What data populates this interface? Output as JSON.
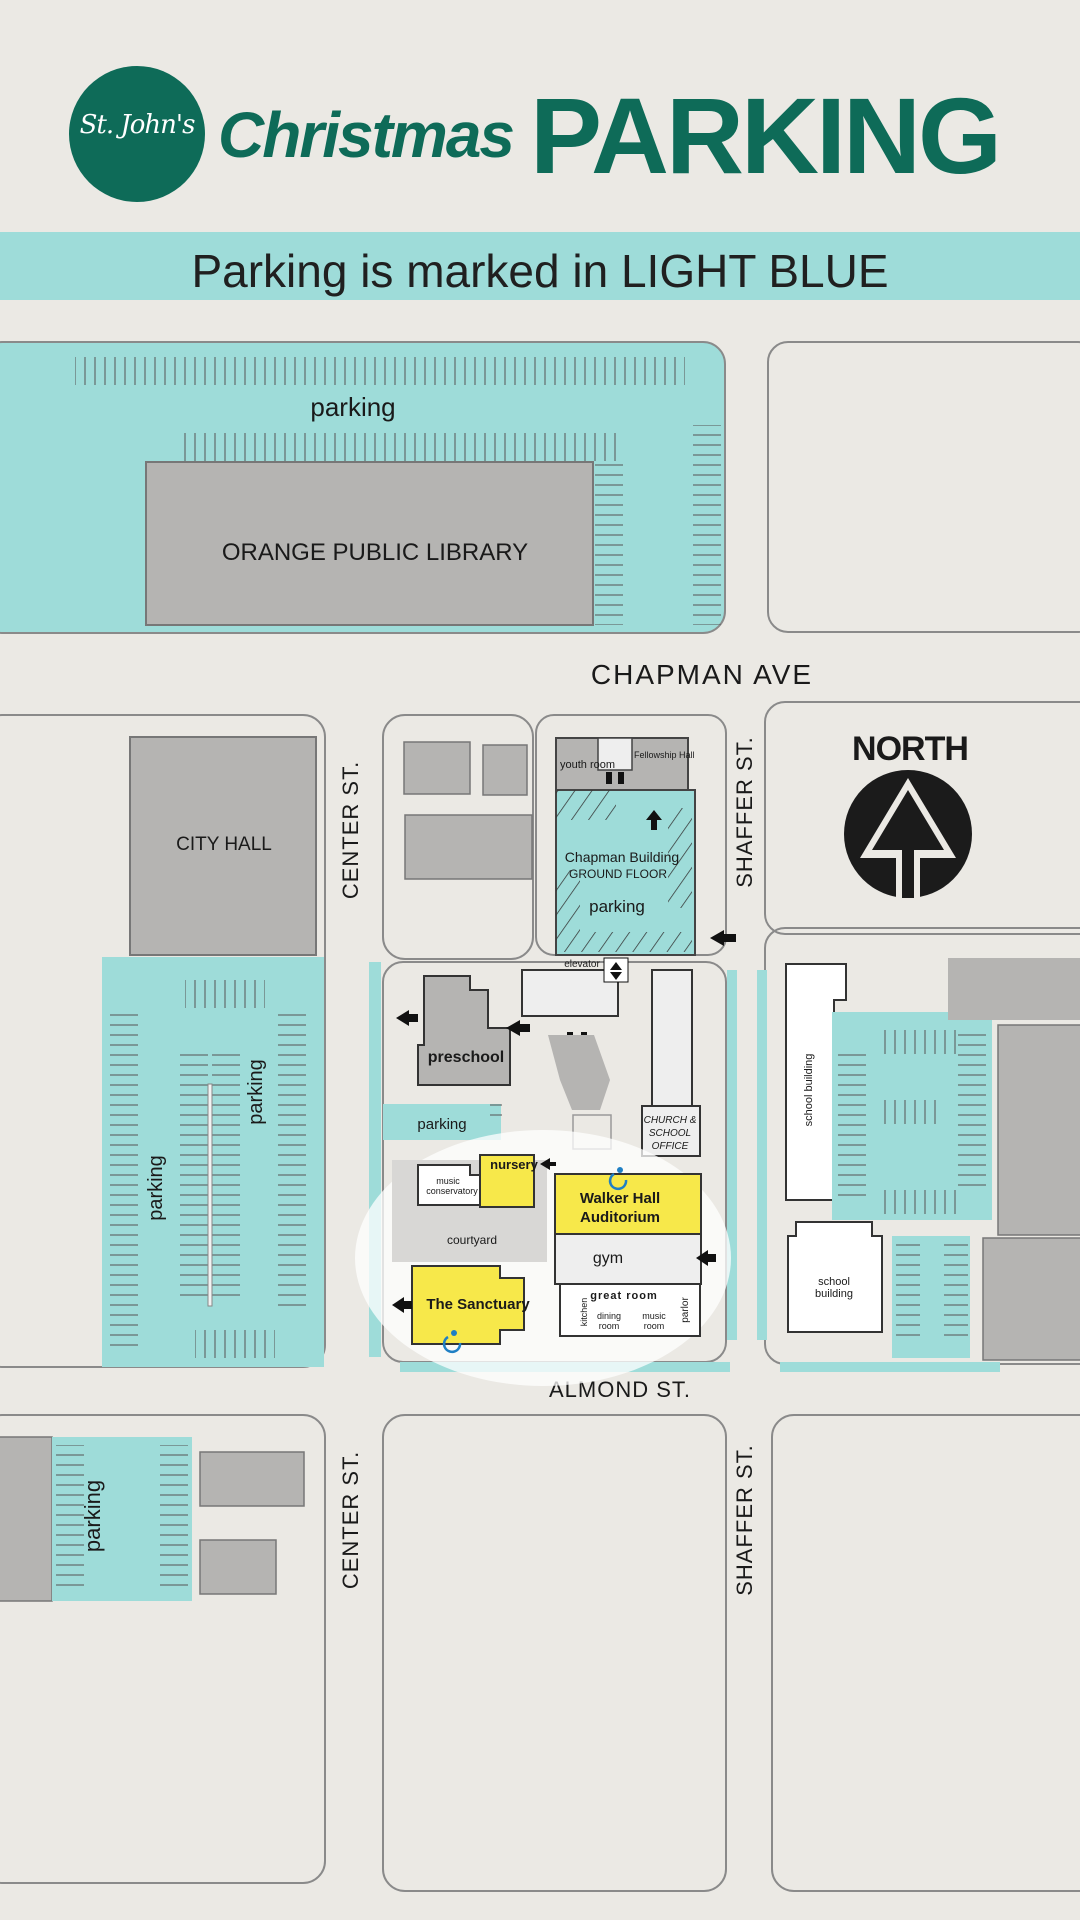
{
  "header": {
    "logo_text": "St. John's",
    "title_christmas": "Christmas",
    "title_parking": "PARKING"
  },
  "banner": {
    "text": "Parking is marked in LIGHT BLUE"
  },
  "colors": {
    "parking": "#9edcd9",
    "brand_green": "#0e6b58",
    "building": "#b5b4b2",
    "highlight": "#f7e84a",
    "accessible": "#1f7fc4"
  },
  "streets": {
    "chapman": "CHAPMAN AVE",
    "almond": "ALMOND ST.",
    "center_top": "CENTER ST.",
    "center_bottom": "CENTER ST.",
    "shaffer_top": "SHAFFER ST.",
    "shaffer_bottom": "SHAFFER ST."
  },
  "compass": {
    "label": "NORTH"
  },
  "places": {
    "library": "ORANGE PUBLIC LIBRARY",
    "city_hall": "CITY HALL",
    "preschool": "preschool",
    "youth_room": "youth room",
    "fellowship_hall": "Fellowship Hall",
    "chapman_building_1": "Chapman Building",
    "chapman_building_2": "GROUND FLOOR",
    "elevator": "elevator",
    "church_office_1": "CHURCH &",
    "church_office_2": "SCHOOL",
    "church_office_3": "OFFICE",
    "nursery": "nursery",
    "music_conservatory_1": "music",
    "music_conservatory_2": "conservatory",
    "courtyard": "courtyard",
    "walker_hall_1": "Walker Hall",
    "walker_hall_2": "Auditorium",
    "gym": "gym",
    "sanctuary": "The Sanctuary",
    "great_room": "great room",
    "kitchen": "kitchen",
    "dining_room_1": "dining",
    "dining_room_2": "room",
    "music_room_1": "music",
    "music_room_2": "room",
    "parlor": "parlor",
    "school_building_east": "school building",
    "school_building_south_1": "school",
    "school_building_south_2": "building"
  },
  "parking_labels": {
    "library_lot": "parking",
    "chapman_lot": "parking",
    "west_lot_a": "parking",
    "west_lot_b": "parking",
    "preschool_lot": "parking",
    "southwest_lot": "parking"
  }
}
